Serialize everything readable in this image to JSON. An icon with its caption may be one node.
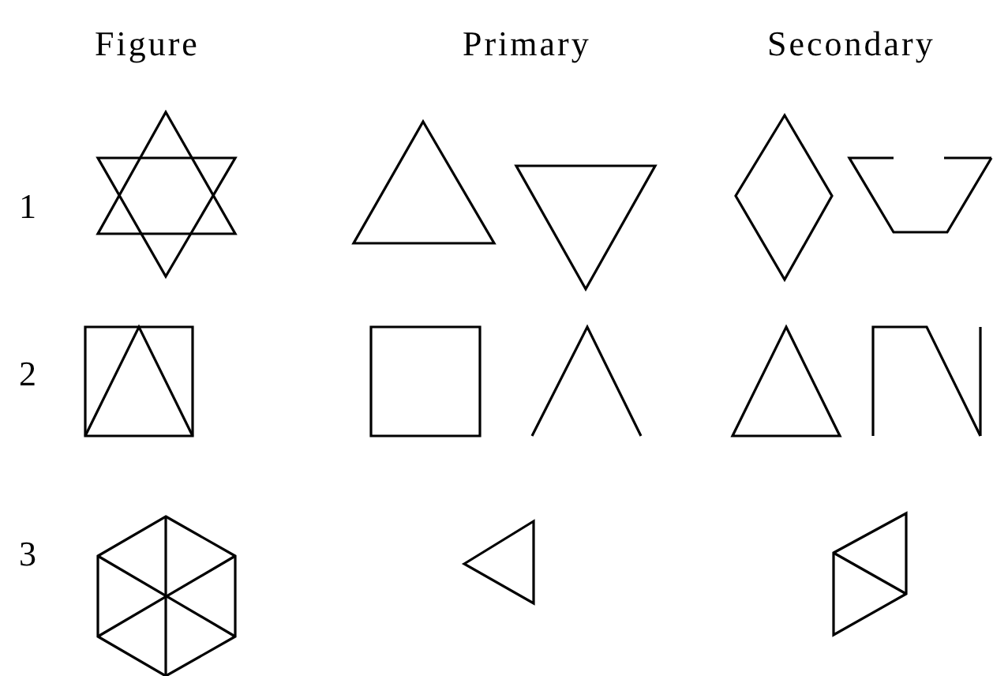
{
  "diagram": {
    "labels": [
      "Figure",
      "Primary",
      "Secondary",
      "1",
      "2",
      "3"
    ]
  }
}
